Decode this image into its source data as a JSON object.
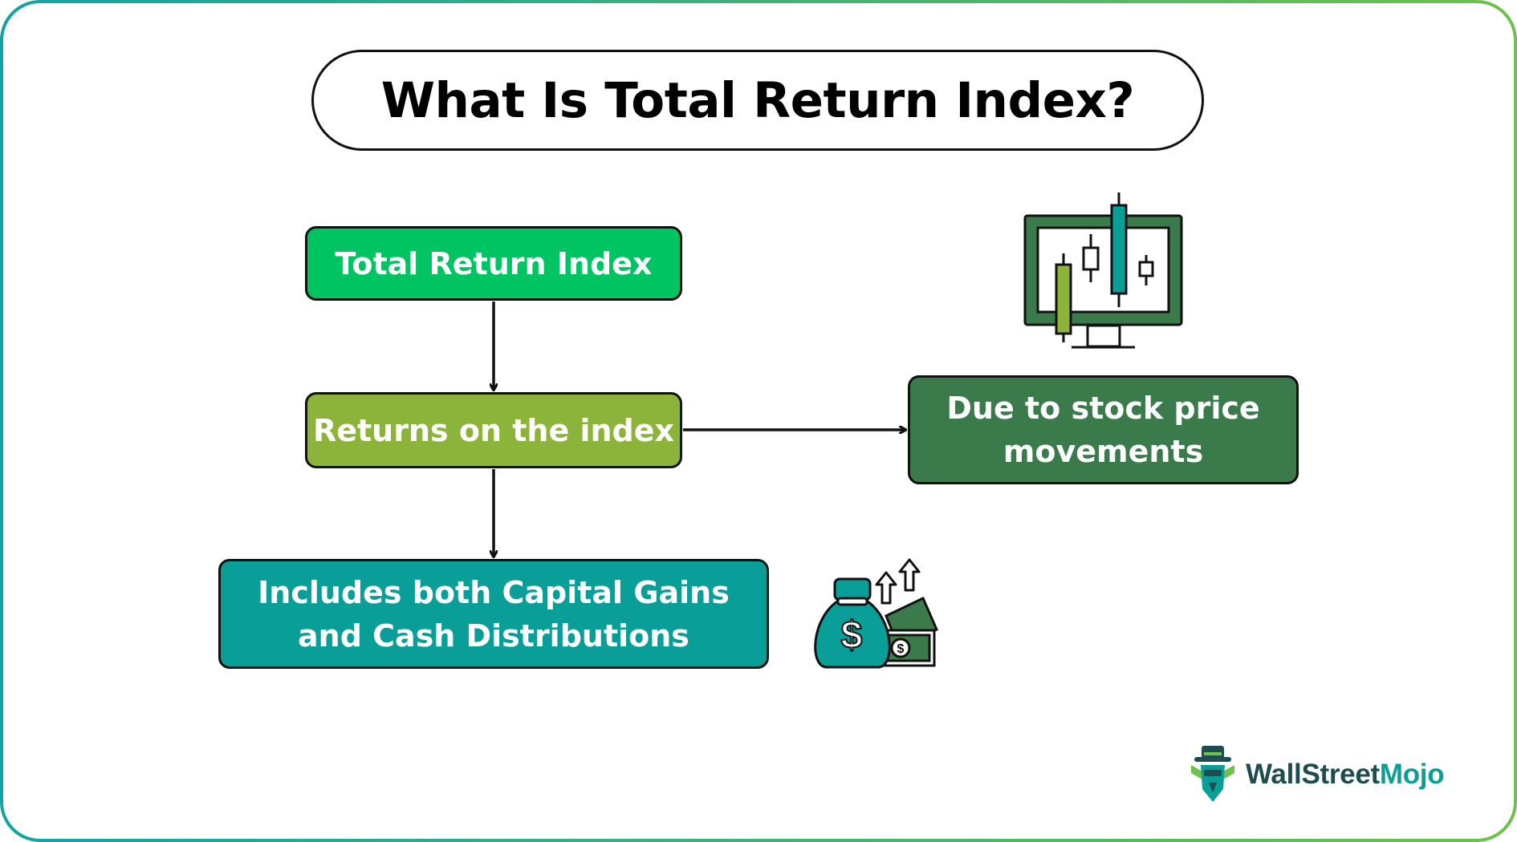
{
  "title": "What Is Total Return Index?",
  "nodes": {
    "total_return_index": "Total Return Index",
    "returns_on_index": "Returns on the index",
    "includes": [
      "Includes both Capital Gains",
      "and Cash Distributions"
    ],
    "due_to": [
      "Due to stock price",
      "movements"
    ]
  },
  "icons": {
    "monitor": "candlestick-monitor-icon",
    "money": "money-bag-icon"
  },
  "logo": {
    "part1": "WallStreet",
    "part2": "Mojo"
  },
  "colors": {
    "green": "#00c462",
    "olive": "#8cb43a",
    "teal": "#0a9e99",
    "dark_green": "#3b7a4b"
  }
}
